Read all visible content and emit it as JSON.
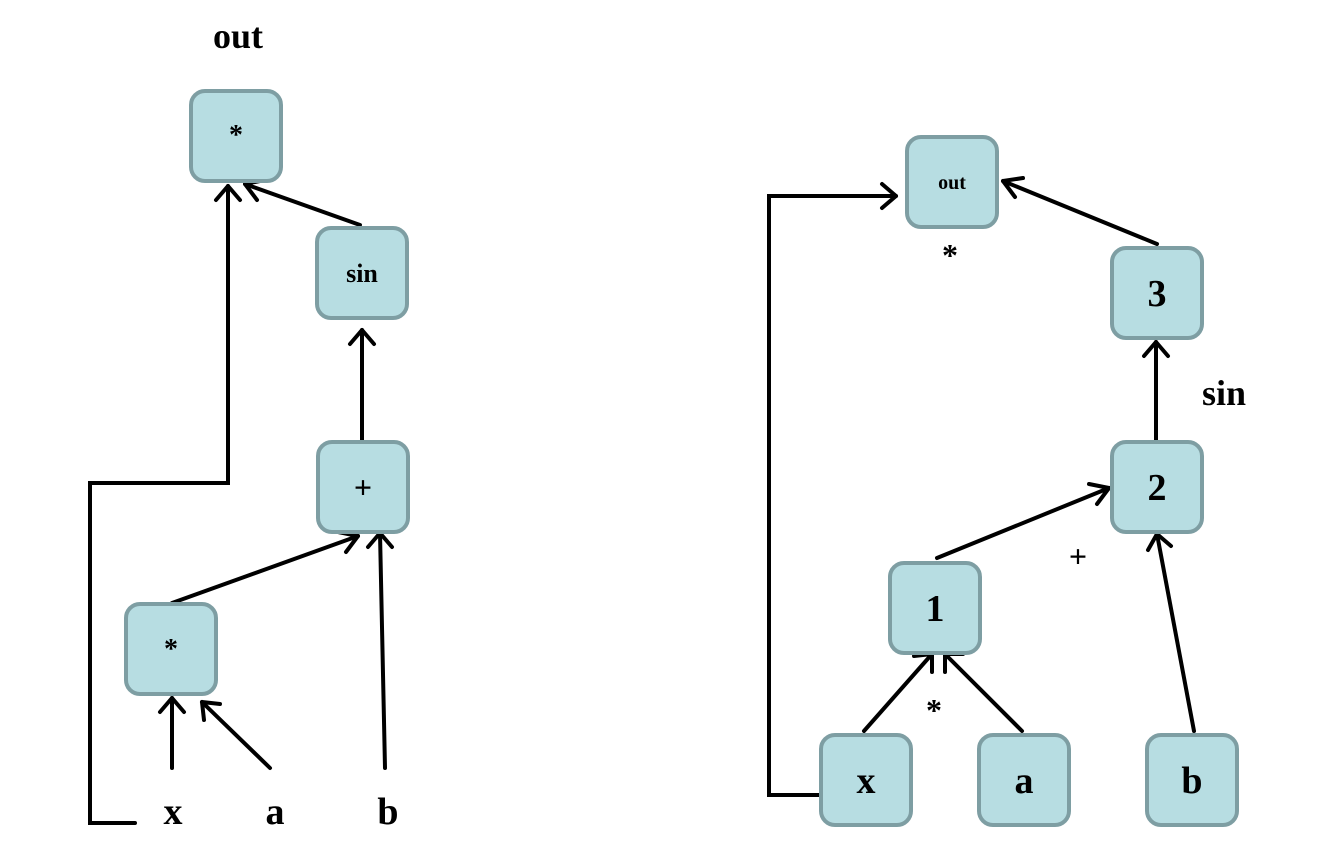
{
  "left_graph": {
    "title": "out",
    "nodes": {
      "mul_top": "*",
      "sin": "sin",
      "plus": "+",
      "mul_bottom": "*"
    },
    "inputs": {
      "x": "x",
      "a": "a",
      "b": "b"
    }
  },
  "right_graph": {
    "nodes": {
      "out": "out",
      "n3": "3",
      "n2": "2",
      "n1": "1",
      "x": "x",
      "a": "a",
      "b": "b"
    },
    "op_labels": {
      "mul_out": "*",
      "sin": "sin",
      "plus": "+",
      "mul_1": "*"
    }
  },
  "colors": {
    "node_fill": "#b7dde2",
    "node_stroke": "#7e9ea3",
    "edge": "#000000"
  }
}
